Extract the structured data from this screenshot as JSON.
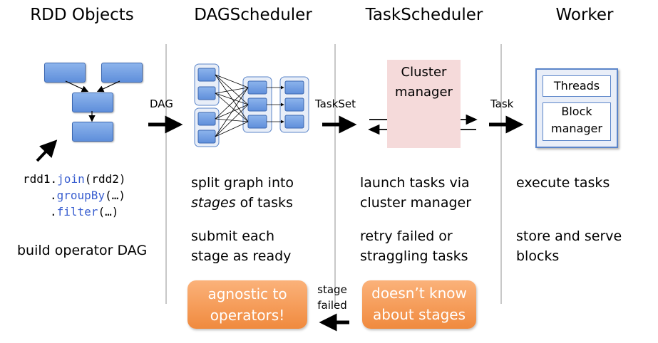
{
  "columns": {
    "rdd": {
      "title": "RDD Objects"
    },
    "dag": {
      "title": "DAGScheduler"
    },
    "task": {
      "title": "TaskScheduler"
    },
    "worker": {
      "title": "Worker"
    }
  },
  "arrows": {
    "dag_label": "DAG",
    "taskset_label": "TaskSet",
    "task_label": "Task",
    "stage_failed_line1": "stage",
    "stage_failed_line2": "failed"
  },
  "code": {
    "line1_a": "rdd1.",
    "line1_kw": "join",
    "line1_b": "(rdd2)",
    "line2_a": ".",
    "line2_kw": "groupBy",
    "line2_b": "(…)",
    "line3_a": ".",
    "line3_kw": "filter",
    "line3_b": "(…)"
  },
  "rdd_desc": "build operator DAG",
  "dag_desc": {
    "line1": "split graph into",
    "line2_italic": "stages",
    "line2_rest": " of tasks",
    "line3": "submit each",
    "line4": "stage as ready"
  },
  "task_desc": {
    "line1": "launch tasks via",
    "line2": "cluster manager",
    "line3": "retry failed or",
    "line4": "straggling tasks"
  },
  "worker_desc": {
    "line1": "execute tasks",
    "line2": "store and serve",
    "line3": "blocks"
  },
  "cluster_manager": {
    "line1": "Cluster",
    "line2": "manager"
  },
  "worker_box": {
    "threads": "Threads",
    "block1": "Block",
    "block2": "manager"
  },
  "callouts": {
    "agnostic_line1": "agnostic to",
    "agnostic_line2": "operators!",
    "doesnt_line1": "doesn’t know",
    "doesnt_line2": "about stages"
  },
  "colors": {
    "accent_blue": "#5f8fdb",
    "orange": "#f08a3e",
    "cluster_bg": "#f5dada",
    "code_keyword": "#3a5fd0"
  }
}
